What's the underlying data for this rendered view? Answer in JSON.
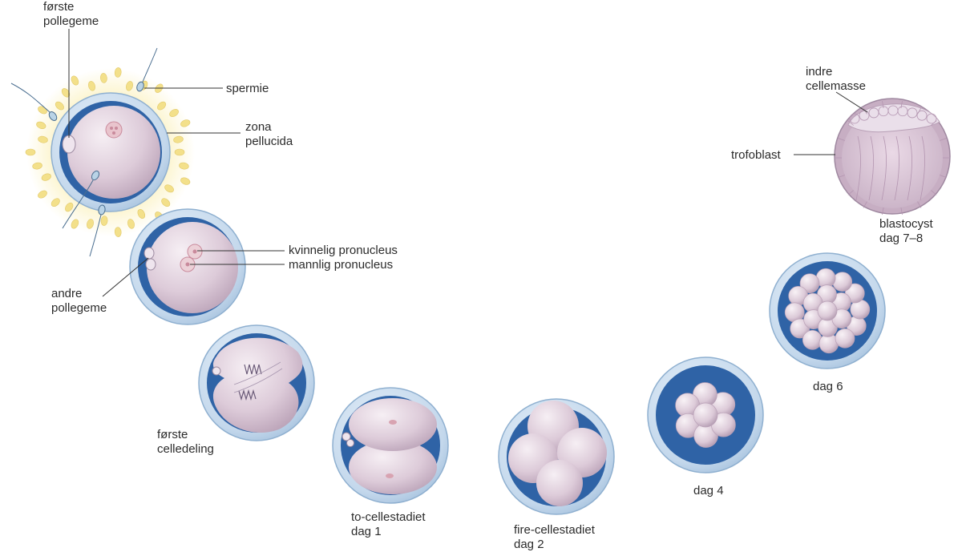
{
  "labels": {
    "forste_pollegeme": [
      "første",
      "pollegeme"
    ],
    "spermie": "spermie",
    "zona_pellucida": [
      "zona",
      "pellucida"
    ],
    "kvinnelig_pronucleus": "kvinnelig pronucleus",
    "mannlig_pronucleus": "mannlig pronucleus",
    "andre_pollegeme": [
      "andre",
      "pollegeme"
    ],
    "forste_celledeling": [
      "første",
      "celledeling"
    ],
    "to_cellestadiet": [
      "to-cellestadiet",
      "dag 1"
    ],
    "fire_cellestadiet": [
      "fire-cellestadiet",
      "dag 2"
    ],
    "dag4": "dag 4",
    "dag6": "dag 6",
    "blastocyst": [
      "blastocyst",
      "dag 7–8"
    ],
    "indre_cellemasse": [
      "indre",
      "cellemasse"
    ],
    "trofoblast": "trofoblast"
  },
  "colors": {
    "zona": "#c4d8ec",
    "zona_edge": "#8fb0d0",
    "perivitelline": "#2f63a6",
    "cytoplasm": "#ddcbd9",
    "cytoplasm_light": "#f3ebf1",
    "nucleus": "#c98a9c",
    "corona_glow": "#fbf0b8",
    "corona_cell": "#f3e08a",
    "leader": "#333333"
  }
}
